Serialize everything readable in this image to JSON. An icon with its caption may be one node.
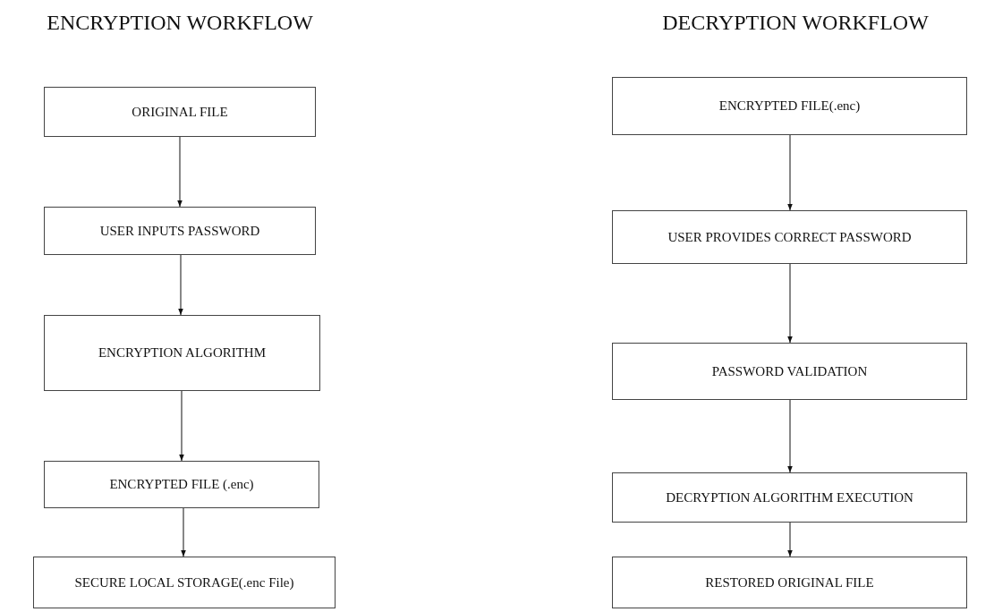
{
  "diagram": {
    "nodes": [
      {
        "text": [
          "ORIGINAL FILE"
        ]
      },
      {
        "text": [
          "USER INPUTS PASSWORD"
        ]
      },
      {
        "text": [
          "ENCRYPTION ALGORITHM"
        ]
      },
      {
        "text": [
          "ENCRYPTED FILE (.enc)"
        ]
      },
      {
        "text": [
          "SECURE LOCAL STORAGE(.enc File)"
        ]
      },
      {
        "text": [
          "ENCRYPTED FILE(.enc)"
        ]
      },
      {
        "text": [
          "USER PROVIDES CORRECT PASSWORD"
        ]
      },
      {
        "text": [
          "PASSWORD VALIDATION"
        ]
      },
      {
        "text": [
          "DECRYPTION ALGORITHM EXECUTION"
        ]
      },
      {
        "text": [
          "RESTORED ORIGINAL FILE"
        ]
      }
    ],
    "edges": [
      {
        "from": 0,
        "to": 1,
        "arrow": "to"
      },
      {
        "from": 1,
        "to": 2,
        "arrow": "to"
      },
      {
        "from": 2,
        "to": 3,
        "arrow": "to"
      },
      {
        "from": 3,
        "to": 4,
        "arrow": "to"
      },
      {
        "from": 5,
        "to": 6,
        "arrow": "to"
      },
      {
        "from": 6,
        "to": 7,
        "arrow": "to"
      },
      {
        "from": 7,
        "to": 8,
        "arrow": "to"
      },
      {
        "from": 8,
        "to": 9,
        "arrow": "to"
      }
    ],
    "labels": [
      "ENCRYPTION WORKFLOW",
      "DECRYPTION WORKFLOW"
    ]
  }
}
